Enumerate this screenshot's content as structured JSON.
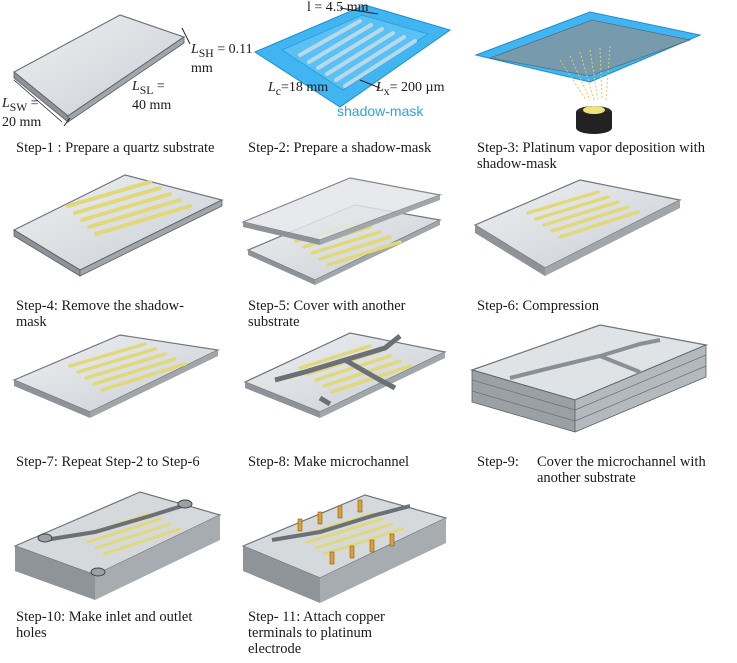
{
  "captions": [
    {
      "id": "step-1",
      "text": "Step-1 : Prepare a quartz substrate"
    },
    {
      "id": "step-2",
      "text": "Step-2: Prepare a shadow-mask"
    },
    {
      "id": "step-3",
      "text": "Step-3: Platinum vapor deposition with\nshadow-mask"
    },
    {
      "id": "step-4",
      "text": "Step-4: Remove the shadow-\nmask"
    },
    {
      "id": "step-5",
      "text": "Step-5: Cover with another\nsubstrate"
    },
    {
      "id": "step-6",
      "text": "Step-6: Compression"
    },
    {
      "id": "step-7",
      "text": "Step-7: Repeat Step-2 to  Step-6"
    },
    {
      "id": "step-8",
      "text": "Step-8: Make microchannel"
    },
    {
      "id": "step-9a",
      "text": "Step-9:"
    },
    {
      "id": "step-9b",
      "text": "Cover the microchannel with\nanother substrate"
    },
    {
      "id": "step-10",
      "text": "Step-10: Make inlet and outlet\nholes"
    },
    {
      "id": "step-11",
      "text": "Step- 11: Attach copper\nterminals to platinum\nelectrode"
    }
  ],
  "dimensions": {
    "sh": {
      "symbol": "L",
      "sub": "SH",
      "value": "= 0.11",
      "unit": "mm"
    },
    "sl": {
      "symbol": "L",
      "sub": "SL",
      "value": "=",
      "unit": "40 mm"
    },
    "sw": {
      "symbol": "L",
      "sub": "SW",
      "value": "=",
      "unit": "20 mm"
    },
    "l": {
      "text": "l = 4.5 mm"
    },
    "lc": {
      "symbol": "L",
      "sub": "c",
      "value": "=18 mm"
    },
    "lx": {
      "symbol": "L",
      "sub": "x",
      "value": "= 200 µm"
    }
  },
  "labels": {
    "shadow_mask": "shadow-mask"
  },
  "colors": {
    "mask": "#3fb2ef",
    "electrode": "#e3db7a",
    "glass": "#d9dde0",
    "copper": "#d9a035"
  }
}
